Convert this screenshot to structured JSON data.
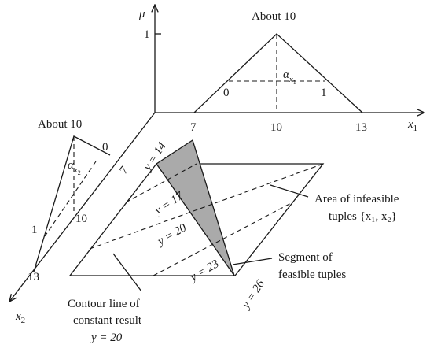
{
  "fuzzy_x1": {
    "title": "About 10",
    "mu_axis": "μ",
    "mu_one": "1",
    "alpha": "α",
    "alpha_sub": "x",
    "alpha_subsub": "1",
    "cut_left": "0",
    "cut_right": "1",
    "tick_7": "7",
    "tick_10": "10",
    "tick_13": "13",
    "axis_x": "x",
    "axis_sub": "1"
  },
  "fuzzy_x2": {
    "title": "About 10",
    "alpha": "α",
    "alpha_sub": "x",
    "alpha_subsub": "2",
    "cut_top": "0",
    "cut_bottom": "1",
    "tick_7": "7",
    "tick_10": "10",
    "tick_13": "13",
    "axis_x": "x",
    "axis_sub": "2"
  },
  "contours": {
    "y14": "y = 14",
    "y17": "y = 17",
    "y20": "y = 20",
    "y23": "y = 23",
    "y26": "y = 26"
  },
  "callouts": {
    "infeasible_line1": "Area of infeasible",
    "infeasible_line2": "tuples {x₁, x₂}",
    "feasible_line1": "Segment of",
    "feasible_line2": "feasible tuples",
    "contour_line1": "Contour line of",
    "contour_line2": "constant result",
    "contour_line3": "y = 20"
  },
  "colors": {
    "feasible_fill": "#aaaaaa",
    "ink": "#1a1a1a"
  }
}
